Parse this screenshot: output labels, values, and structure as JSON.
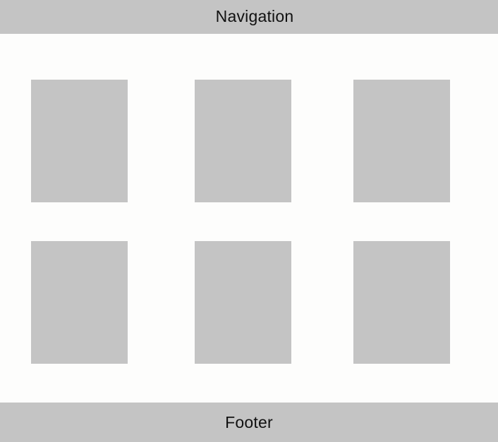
{
  "header": {
    "nav_label": "Navigation"
  },
  "grid": {
    "tile_count": 6,
    "columns": 3,
    "rows": 2
  },
  "footer": {
    "label": "Footer"
  },
  "colors": {
    "bar_background": "#c4c4c4",
    "tile_background": "#c4c4c4",
    "page_background": "#fdfdfc",
    "text": "#111111"
  }
}
